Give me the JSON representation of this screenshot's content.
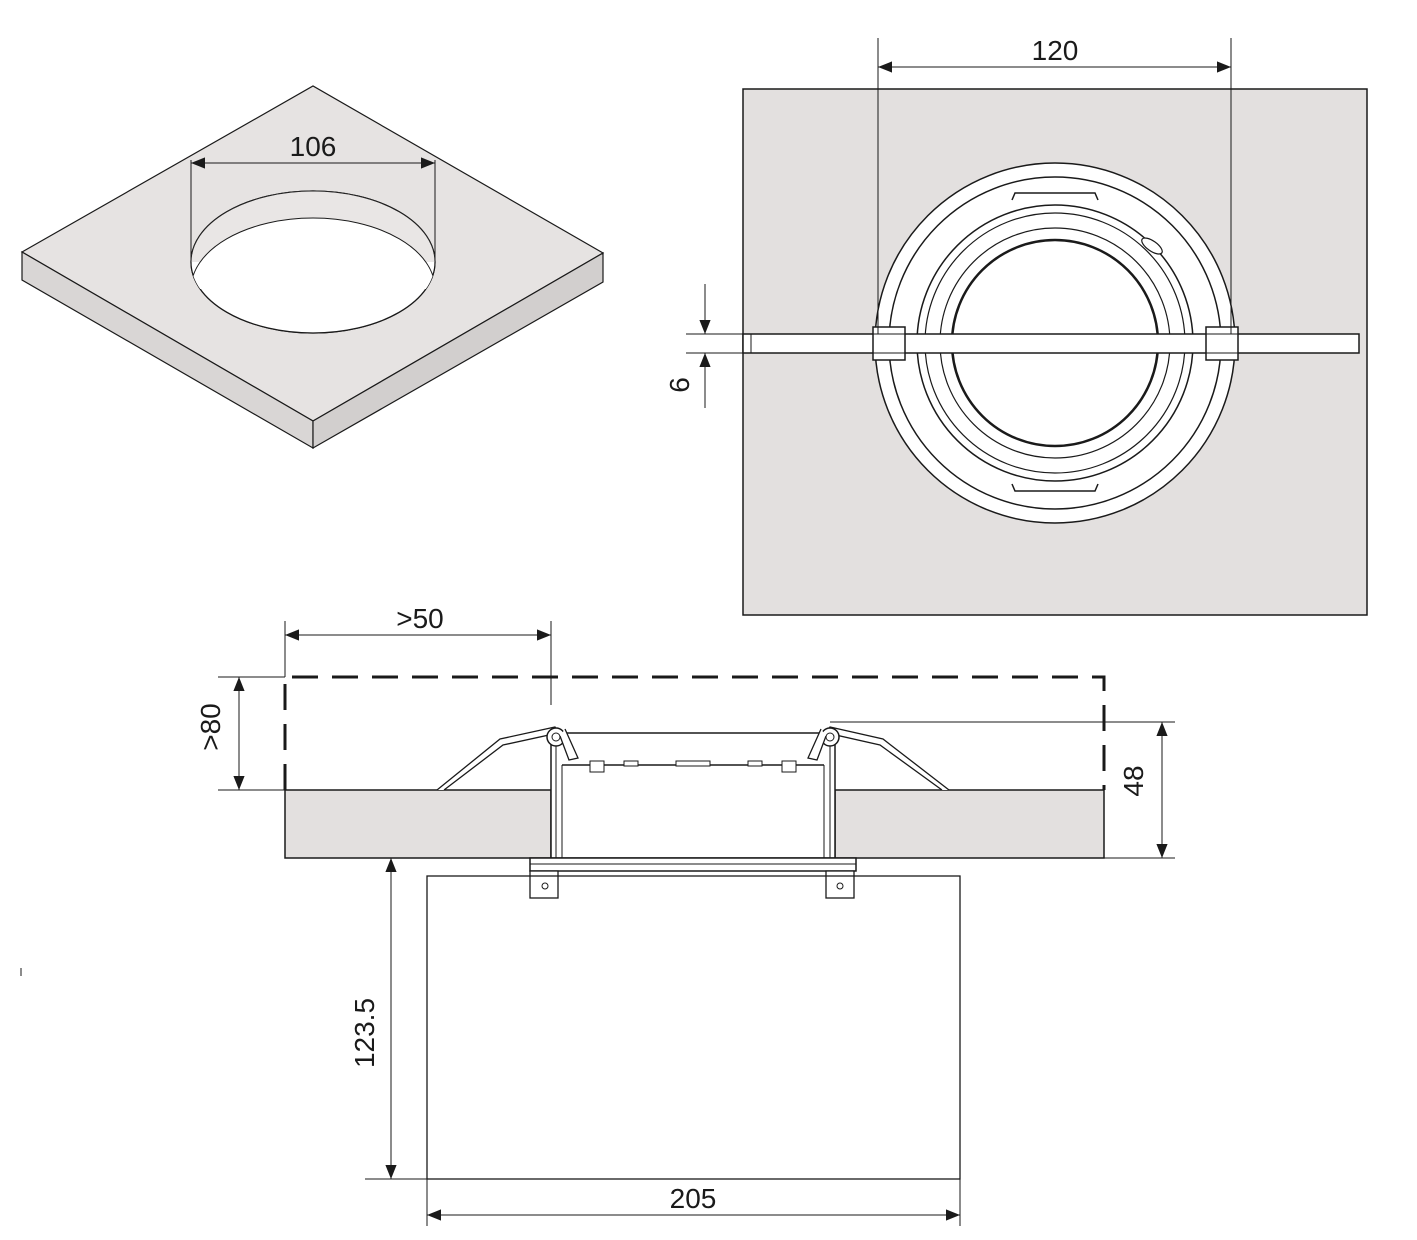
{
  "dimensions": {
    "hole_diameter": "106",
    "fixture_width": "120",
    "ceiling_thickness": "6",
    "side_clearance": ">50",
    "top_clearance": ">80",
    "height_above_ceiling": "48",
    "unit_height": "123.5",
    "unit_width": "205"
  },
  "colors": {
    "panel_fill": "#e3e0df",
    "panel_top": "#e6e3e2",
    "panel_side": "#d6d3d2",
    "line": "#1a1a1a",
    "background": "#ffffff"
  }
}
